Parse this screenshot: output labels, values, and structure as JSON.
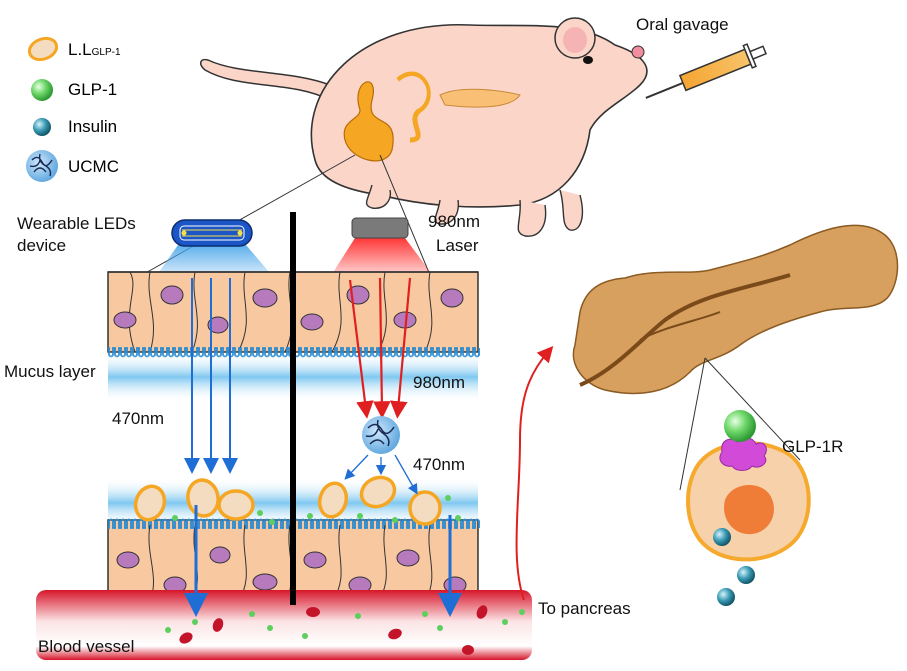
{
  "legend": {
    "ll": {
      "label": "L.L",
      "sub": "GLP-1"
    },
    "glp1": "GLP-1",
    "insulin": "Insulin",
    "ucmc": "UCMC"
  },
  "labels": {
    "oral_gavage": "Oral gavage",
    "wearable_line1": "Wearable LEDs",
    "wearable_line2": "device",
    "laser_line1": "980nm",
    "laser_line2": "Laser",
    "mucus_layer": "Mucus layer",
    "nm470_left": "470nm",
    "nm980": "980nm",
    "nm470_right": "470nm",
    "glp1r": "GLP-1R",
    "to_pancreas": "To pancreas",
    "blood_vessel": "Blood vessel"
  },
  "colors": {
    "cell_fill": "#f8c8a0",
    "nucleus": "#b77bbd",
    "blue_light": "#1e6ed6",
    "red_light": "#e02020",
    "bacteria": "#f5a623",
    "glp1_green": "#5ccf5c",
    "insulin_teal": "#2a7f95",
    "pancreas": "#d8a05e",
    "vessel_red": "#d9202e",
    "ucmc_blue": "#6fb0e6"
  }
}
